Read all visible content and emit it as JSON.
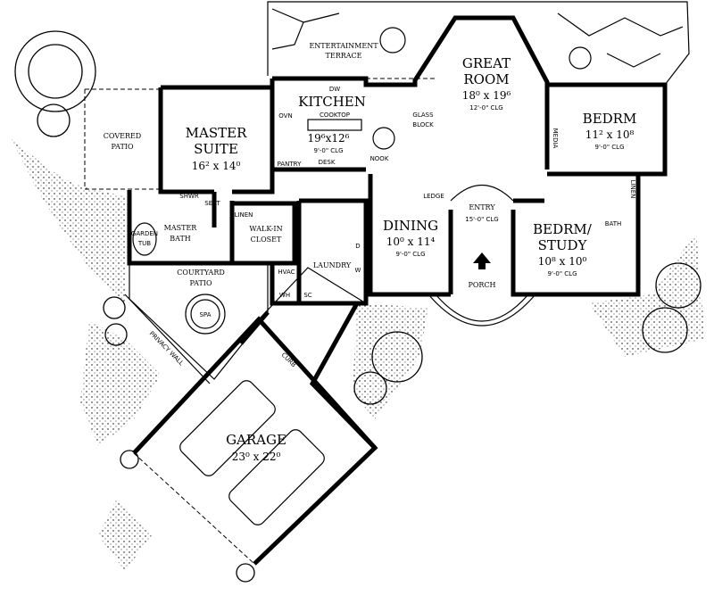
{
  "plan": {
    "rooms": {
      "great_room": {
        "name1": "GREAT",
        "name2": "ROOM",
        "dims": "18⁰ x 19⁶",
        "ceiling": "12'-0\" CLG"
      },
      "kitchen": {
        "name": "KITCHEN",
        "dims": "19⁶x12⁶",
        "ceiling": "9'-0\" CLG"
      },
      "master_suite": {
        "name1": "MASTER",
        "name2": "SUITE",
        "dims": "16² x 14⁰"
      },
      "bedroom": {
        "name": "BEDRM",
        "dims": "11² x 10⁸",
        "ceiling": "9'-0\" CLG"
      },
      "bedroom_study": {
        "name1": "BEDRM/",
        "name2": "STUDY",
        "dims": "10⁸ x 10⁰",
        "ceiling": "9'-0\" CLG"
      },
      "dining": {
        "name": "DINING",
        "dims": "10⁰ x 11⁴",
        "ceiling": "9'-0\" CLG"
      },
      "entry": {
        "name": "ENTRY",
        "ceiling": "15'-0\" CLG"
      },
      "garage": {
        "name": "GARAGE",
        "dims": "23⁰ x 22⁰"
      }
    },
    "labels": {
      "entertainment_terrace1": "ENTERTAINMENT",
      "entertainment_terrace2": "TERRACE",
      "covered_patio1": "COVERED",
      "covered_patio2": "PATIO",
      "master_bath1": "MASTER",
      "master_bath2": "BATH",
      "garden_tub1": "GARDEN",
      "garden_tub2": "TUB",
      "shower": "SHWR",
      "seat": "SEAT",
      "walk_in_closet1": "WALK-IN",
      "walk_in_closet2": "CLOSET",
      "linen": "LINEN",
      "laundry": "LAUNDRY",
      "hvac": "HVAC",
      "wh": "WH",
      "sc": "SC",
      "dryer": "D",
      "washer": "W",
      "courtyard_patio1": "COURTYARD",
      "courtyard_patio2": "PATIO",
      "spa": "SPA",
      "privacy_wall": "PRIVACY WALL",
      "curb": "CURB",
      "pantry": "PANTRY",
      "desk": "DESK",
      "oven": "OVN",
      "dw": "DW",
      "cooktop": "COOKTOP",
      "nook": "NOOK",
      "glass_block1": "GLASS",
      "glass_block2": "BLOCK",
      "media": "MEDIA",
      "ledge": "LEDGE",
      "porch": "PORCH",
      "bath": "BATH"
    }
  }
}
